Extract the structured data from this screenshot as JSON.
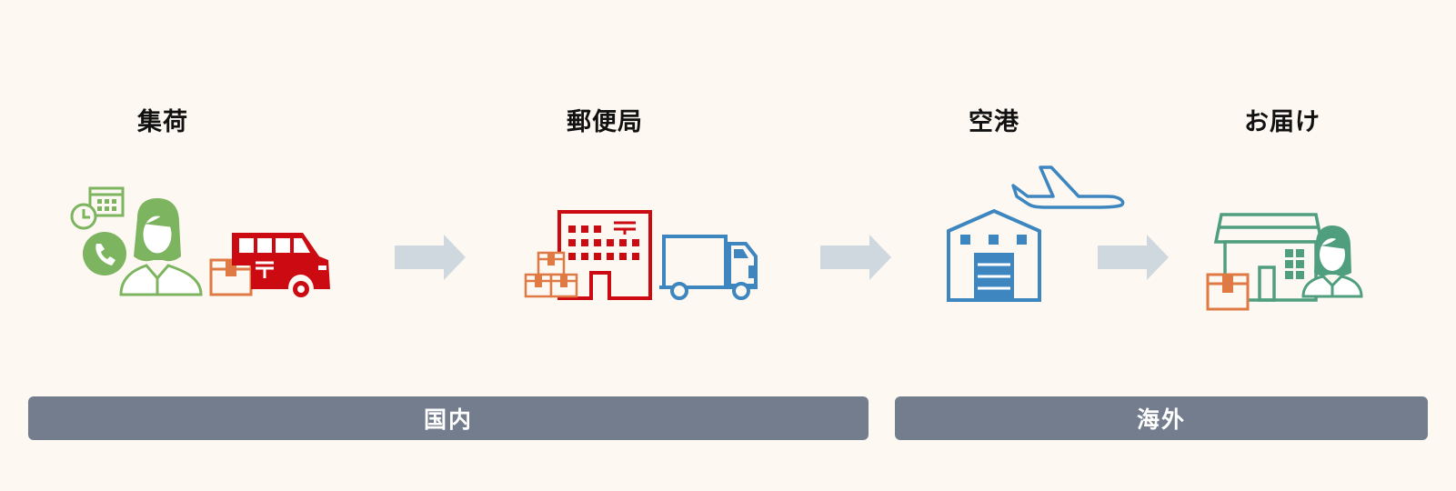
{
  "steps": [
    {
      "label": "集荷"
    },
    {
      "label": "郵便局"
    },
    {
      "label": "空港"
    },
    {
      "label": "お届け"
    }
  ],
  "regions": {
    "domestic": "国内",
    "international": "海外"
  },
  "colors": {
    "background": "#fdf8f1",
    "green": "#7db45f",
    "red": "#cc0a12",
    "orange": "#e07a45",
    "blue": "#3d86c0",
    "teal": "#4f9e7e",
    "arrow": "#cfd8df",
    "bar": "#737d8e"
  }
}
